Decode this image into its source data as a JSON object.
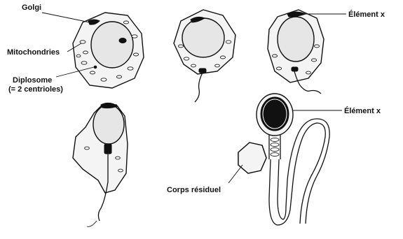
{
  "labels": {
    "golgi": "Golgi",
    "mitochondries": "Mitochondries",
    "diplosome": "Diplosome",
    "diplosome_note": "(= 2 centrioles)",
    "element_x_top": "Élément x",
    "element_x_bottom": "Élément x",
    "corps_residuel": "Corps résiduel"
  }
}
